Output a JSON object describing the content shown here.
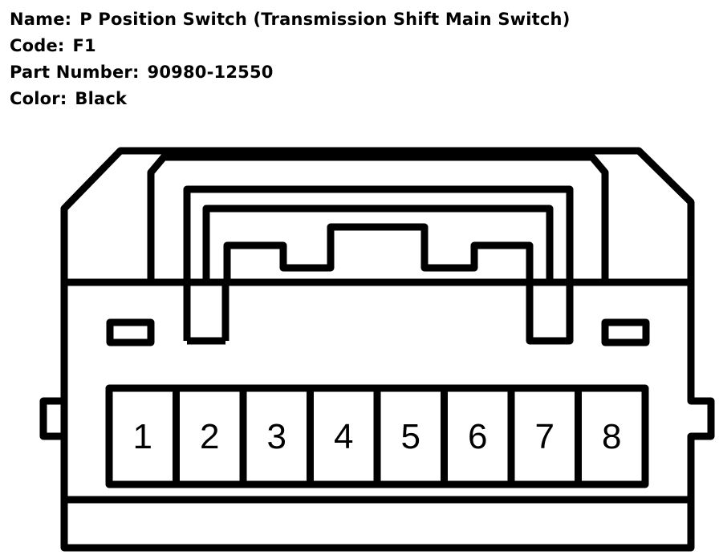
{
  "info": {
    "name_label": "Name:",
    "name_value": "P Position Switch (Transmission Shift Main Switch)",
    "code_label": "Code:",
    "code_value": "F1",
    "part_label": "Part Number:",
    "part_value": "90980-12550",
    "color_label": "Color:",
    "color_value": "Black"
  },
  "pins": [
    "1",
    "2",
    "3",
    "4",
    "5",
    "6",
    "7",
    "8"
  ]
}
